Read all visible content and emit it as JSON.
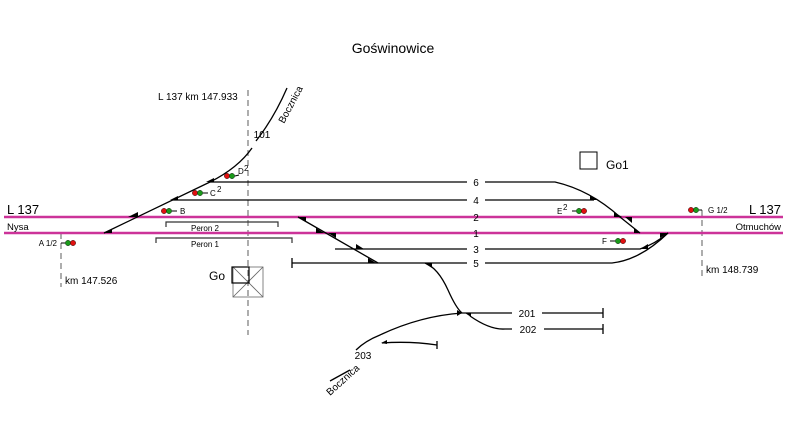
{
  "title": "Goświnowice",
  "colors": {
    "main_line": "#cc3399",
    "signal_red": "#e01010",
    "signal_green": "#1a9a1a",
    "track": "#000000"
  },
  "line_labels": {
    "left_line": "L 137",
    "left_direction": "Nysa",
    "right_line": "L 137",
    "right_direction": "Otmuchów"
  },
  "kilometrage": {
    "axis": "L 137  km  147.933",
    "left": "km 147.526",
    "right": "km 148.739"
  },
  "tracks": [
    {
      "id": "6",
      "label": "6"
    },
    {
      "id": "4",
      "label": "4"
    },
    {
      "id": "2",
      "label": "2"
    },
    {
      "id": "1",
      "label": "1"
    },
    {
      "id": "3",
      "label": "3"
    },
    {
      "id": "5",
      "label": "5"
    },
    {
      "id": "201",
      "label": "201"
    },
    {
      "id": "202",
      "label": "202"
    },
    {
      "id": "203",
      "label": "203"
    },
    {
      "id": "101",
      "label": "101"
    }
  ],
  "sidings": {
    "north": "Bocznica",
    "south": "Bocznica"
  },
  "platforms": [
    {
      "label": "Peron 2"
    },
    {
      "label": "Peron 1"
    }
  ],
  "buildings": [
    {
      "label": "Go"
    },
    {
      "label": "Go1"
    }
  ],
  "signals": [
    {
      "name": "A",
      "label": "A 1/2",
      "sup": ""
    },
    {
      "name": "B",
      "label": "B",
      "sup": ""
    },
    {
      "name": "C",
      "label": "C",
      "sup": "2"
    },
    {
      "name": "D",
      "label": "D",
      "sup": "2"
    },
    {
      "name": "E",
      "label": "E",
      "sup": "2"
    },
    {
      "name": "F",
      "label": "F",
      "sup": ""
    },
    {
      "name": "G",
      "label": "G 1/2",
      "sup": ""
    }
  ]
}
